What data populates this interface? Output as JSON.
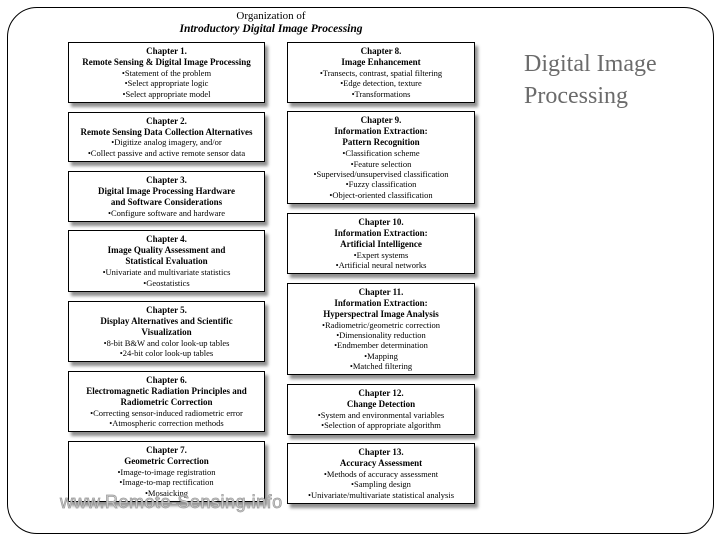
{
  "heading": {
    "line1": "Organization of",
    "line2": "Introductory Digital Image Processing"
  },
  "side_title": {
    "line1": "Digital Image",
    "line2": "Processing"
  },
  "watermark": "www.Remote-Sensing.info",
  "colors": {
    "side_title": "#6b6b6b",
    "box_border": "#000000",
    "box_shadow": "#8f8f8f",
    "background": "#ffffff"
  },
  "diagram": {
    "left_column": [
      {
        "title_lines": [
          "Chapter 1.",
          "Remote Sensing & Digital Image Processing"
        ],
        "bullets": [
          "Statement of the problem",
          "Select appropriate logic",
          "Select appropriate model"
        ]
      },
      {
        "title_lines": [
          "Chapter 2.",
          "Remote Sensing Data Collection Alternatives"
        ],
        "bullets": [
          "Digitize analog imagery, and/or",
          "Collect passive and active remote sensor data"
        ]
      },
      {
        "title_lines": [
          "Chapter 3.",
          "Digital Image Processing Hardware",
          "and Software Considerations"
        ],
        "bullets": [
          "Configure software and hardware"
        ]
      },
      {
        "title_lines": [
          "Chapter 4.",
          "Image Quality Assessment and",
          "Statistical Evaluation"
        ],
        "bullets": [
          "Univariate and multivariate statistics",
          "Geostatistics"
        ]
      },
      {
        "title_lines": [
          "Chapter 5.",
          "Display Alternatives and Scientific",
          "Visualization"
        ],
        "bullets": [
          "8-bit B&W and color look-up tables",
          "24-bit color look-up tables"
        ]
      },
      {
        "title_lines": [
          "Chapter 6.",
          "Electromagnetic Radiation Principles and",
          "Radiometric Correction"
        ],
        "bullets": [
          "Correcting sensor-induced radiometric error",
          "Atmospheric correction methods"
        ]
      },
      {
        "title_lines": [
          "Chapter 7.",
          "Geometric Correction"
        ],
        "bullets": [
          "Image-to-image registration",
          "Image-to-map rectification",
          "Mosaicking"
        ]
      }
    ],
    "right_column": [
      {
        "title_lines": [
          "Chapter 8.",
          "Image Enhancement"
        ],
        "bullets": [
          "Transects, contrast, spatial filtering",
          "Edge detection, texture",
          "Transformations"
        ]
      },
      {
        "title_lines": [
          "Chapter 9.",
          "Information Extraction:",
          "Pattern Recognition"
        ],
        "bullets": [
          "Classification scheme",
          "Feature selection",
          "Supervised/unsupervised classification",
          "Fuzzy classification",
          "Object-oriented classification"
        ]
      },
      {
        "title_lines": [
          "Chapter 10.",
          "Information Extraction:",
          "Artificial Intelligence"
        ],
        "bullets": [
          "Expert systems",
          "Artificial neural networks"
        ]
      },
      {
        "title_lines": [
          "Chapter 11.",
          "Information Extraction:",
          "Hyperspectral Image Analysis"
        ],
        "bullets": [
          "Radiometric/geometric correction",
          "Dimensionality reduction",
          "Endmember determination",
          "Mapping",
          "Matched filtering"
        ]
      },
      {
        "title_lines": [
          "Chapter 12.",
          "Change Detection"
        ],
        "bullets": [
          "System and environmental variables",
          "Selection of appropriate algorithm"
        ]
      },
      {
        "title_lines": [
          "Chapter 13.",
          "Accuracy Assessment"
        ],
        "bullets": [
          "Methods of accuracy assessment",
          "Sampling design",
          "Univariate/multivariate statistical analysis"
        ]
      }
    ]
  }
}
